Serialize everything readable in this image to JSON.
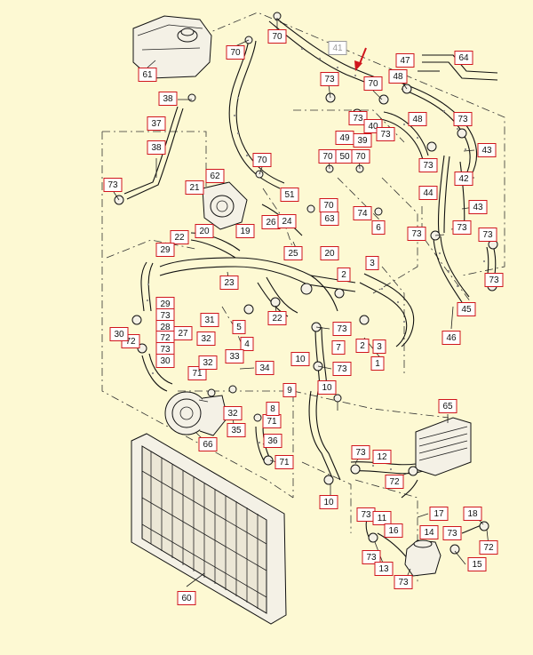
{
  "diagram": {
    "highlighted_part": "41",
    "accent_color": "#d0161d",
    "label_border_color": "#d0161d",
    "highlight_label_color": "#9b9b9b",
    "background_color": "#fdf9d3",
    "labels": [
      "70",
      "41",
      "61",
      "70",
      "73",
      "70",
      "48",
      "47",
      "64",
      "38",
      "73",
      "40",
      "73",
      "48",
      "73",
      "37",
      "49",
      "39",
      "73",
      "43",
      "38",
      "70",
      "70",
      "50",
      "70",
      "73",
      "44",
      "42",
      "62",
      "21",
      "51",
      "70",
      "63",
      "74",
      "73",
      "43",
      "26",
      "24",
      "19",
      "20",
      "22",
      "29",
      "25",
      "6",
      "73",
      "73",
      "73",
      "20",
      "23",
      "2",
      "3",
      "29",
      "73",
      "72",
      "28",
      "27",
      "30",
      "72",
      "73",
      "30",
      "5",
      "22",
      "31",
      "32",
      "4",
      "73",
      "45",
      "7",
      "2",
      "3",
      "1",
      "46",
      "10",
      "71",
      "32",
      "33",
      "34",
      "73",
      "9",
      "10",
      "65",
      "66",
      "32",
      "71",
      "8",
      "35",
      "36",
      "71",
      "12",
      "73",
      "72",
      "73",
      "17",
      "11",
      "16",
      "18",
      "14",
      "73",
      "72",
      "73",
      "13",
      "15",
      "73",
      "10",
      "60"
    ],
    "arrow_color": "#d0161d"
  }
}
